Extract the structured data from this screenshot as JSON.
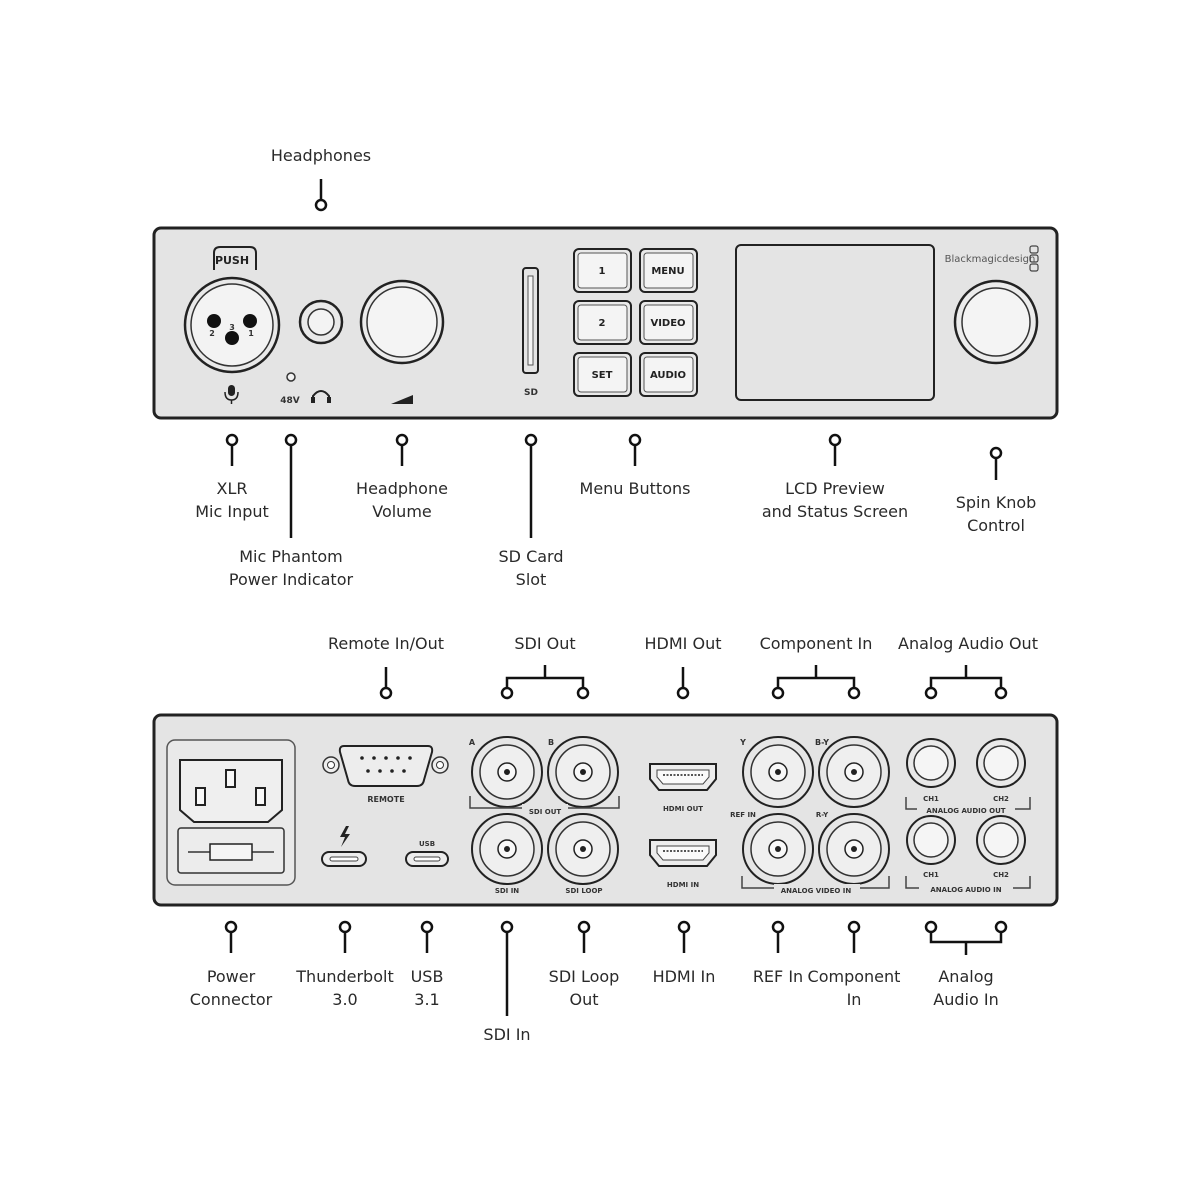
{
  "front_callouts": {
    "headphones": "Headphones",
    "xlr_1": "XLR",
    "xlr_2": "Mic Input",
    "phantom_1": "Mic Phantom",
    "phantom_2": "Power Indicator",
    "hp_volume_1": "Headphone",
    "hp_volume_2": "Volume",
    "sd_slot_1": "SD Card",
    "sd_slot_2": "Slot",
    "menu_buttons": "Menu Buttons",
    "lcd_1": "LCD Preview",
    "lcd_2": "and Status Screen",
    "knob_1": "Spin Knob",
    "knob_2": "Control"
  },
  "front_panel": {
    "push": "PUSH",
    "xlr_pins": [
      "2",
      "3",
      "1"
    ],
    "phantom_label": "48V",
    "sd_label": "SD",
    "brand": "Blackmagicdesign",
    "buttons": [
      "1",
      "MENU",
      "2",
      "VIDEO",
      "SET",
      "AUDIO"
    ]
  },
  "rear_callouts_top": {
    "remote": "Remote In/Out",
    "sdi_out": "SDI Out",
    "hdmi_out": "HDMI Out",
    "component_in": "Component In",
    "analog_audio_out": "Analog Audio Out"
  },
  "rear_callouts_bottom": {
    "power_1": "Power",
    "power_2": "Connector",
    "tb_1": "Thunderbolt",
    "tb_2": "3.0",
    "usb_1": "USB",
    "usb_2": "3.1",
    "sdi_in": "SDI In",
    "sdi_loop_1": "SDI Loop",
    "sdi_loop_2": "Out",
    "hdmi_in": "HDMI In",
    "ref_in": "REF In",
    "comp_in_1": "Component",
    "comp_in_2": "In",
    "audio_in_1": "Analog",
    "audio_in_2": "Audio In"
  },
  "rear_panel": {
    "remote": "REMOTE",
    "usb": "USB",
    "sdi_a": "A",
    "sdi_b": "B",
    "sdi_out": "SDI OUT",
    "sdi_in": "SDI IN",
    "sdi_loop": "SDI LOOP",
    "hdmi_out": "HDMI OUT",
    "hdmi_in": "HDMI IN",
    "y": "Y",
    "by": "B-Y",
    "ref_in": "REF IN",
    "ry": "R-Y",
    "analog_video_in": "ANALOG VIDEO IN",
    "ch1_out": "CH1",
    "ch2_out": "CH2",
    "analog_audio_out": "ANALOG AUDIO OUT",
    "ch1_in": "CH1",
    "ch2_in": "CH2",
    "analog_audio_in": "ANALOG AUDIO IN"
  }
}
